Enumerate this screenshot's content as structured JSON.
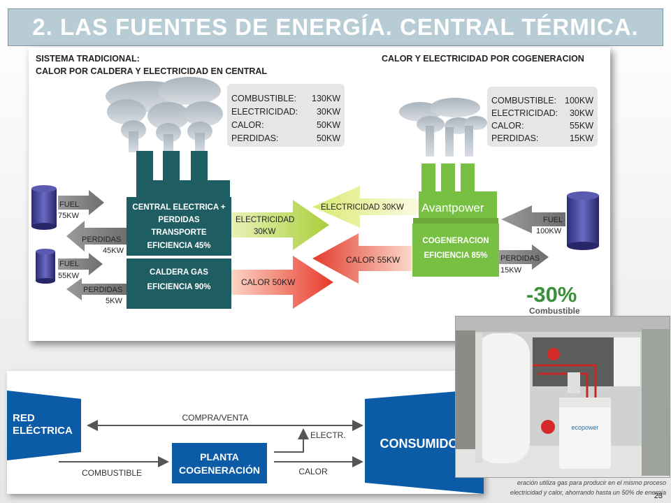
{
  "slide_title": "2. LAS FUENTES DE ENERGÍA. CENTRAL TÉRMICA.",
  "traditional": {
    "heading1": "SISTEMA TRADICIONAL:",
    "heading2": "CALOR POR CALDERA Y ELECTRICIDAD EN CENTRAL",
    "stats": [
      {
        "label": "COMBUSTIBLE:",
        "value": "130KW"
      },
      {
        "label": "ELECTRICIDAD:",
        "value": "30KW"
      },
      {
        "label": "CALOR:",
        "value": "50KW"
      },
      {
        "label": "PERDIDAS:",
        "value": "50KW"
      }
    ],
    "plant_lines": [
      "CENTRAL ELECTRICA +",
      "PERDIDAS",
      "TRANSPORTE",
      "EFICIENCIA 45%"
    ],
    "boiler_lines": [
      "CALDERA GAS",
      "EFICIENCIA 90%"
    ],
    "fuel1": [
      "FUEL",
      "75KW"
    ],
    "losses1": [
      "PERDIDAS",
      "45KW"
    ],
    "fuel2": [
      "FUEL",
      "55KW"
    ],
    "losses2": [
      "PERDIDAS",
      "5KW"
    ],
    "elec_out": [
      "ELECTRICIDAD",
      "30KW"
    ],
    "heat_out": "CALOR 50KW"
  },
  "cogeneration": {
    "heading": "CALOR Y ELECTRICIDAD POR COGENERACION",
    "stats": [
      {
        "label": "COMBUSTIBLE:",
        "value": "100KW"
      },
      {
        "label": "ELECTRICIDAD:",
        "value": "30KW"
      },
      {
        "label": "CALOR:",
        "value": "55KW"
      },
      {
        "label": "PERDIDAS:",
        "value": "15KW"
      }
    ],
    "brand": "Avantpower",
    "box_lines": [
      "COGENERACION",
      "EFICIENCIA 85%"
    ],
    "elec_arrow": "ELECTRICIDAD 30KW",
    "heat_arrow": "CALOR 55KW",
    "fuel": [
      "FUEL",
      "100KW"
    ],
    "losses": [
      "PERDIDAS",
      "15KW"
    ],
    "savings": "-30%",
    "savings_label": "Combustible"
  },
  "flow": {
    "red_electrica": [
      "RED",
      "ELÉCTRICA"
    ],
    "compra_venta": "COMPRA/VENTA",
    "combustible": "COMBUSTIBLE",
    "planta": [
      "PLANTA",
      "COGENERACIÓN"
    ],
    "electr": "ELECTR.",
    "calor": "CALOR",
    "consumidor": "CONSUMIDOR"
  },
  "photo": {
    "brand": "ecopower",
    "caption_line1": "eración utiliza gas para producir en el mismo proceso",
    "caption_line2": "electricidad y calor, ahorrando hasta un 50% de energía"
  },
  "page_number": "23",
  "colors": {
    "title_bg": "#b7ccd4",
    "teal_box": "#1e5e63",
    "green_box": "#78c043",
    "blue_flow": "#0b5ba7",
    "savings_green": "#3a8f3a"
  }
}
